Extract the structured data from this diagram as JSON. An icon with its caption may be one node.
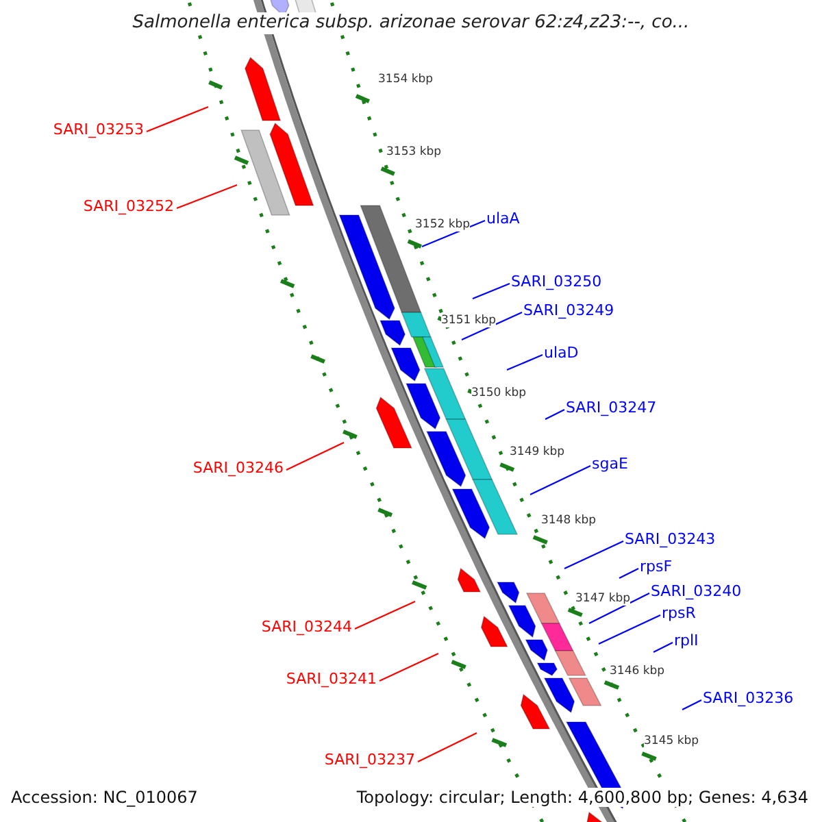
{
  "diagram": {
    "title": "Salmonella enterica subsp. arizonae serovar 62:z4,z23:--, co...",
    "nodes": [
      {
        "text": [
          "SARI_03253"
        ]
      },
      {
        "text": [
          "SARI_03252"
        ]
      },
      {
        "text": [
          "ulaA"
        ]
      },
      {
        "text": [
          "SARI_03250"
        ]
      },
      {
        "text": [
          "SARI_03249"
        ]
      },
      {
        "text": [
          "ulaD"
        ]
      },
      {
        "text": [
          "SARI_03247"
        ]
      },
      {
        "text": [
          "SARI_03246"
        ]
      },
      {
        "text": [
          "sgaE"
        ]
      },
      {
        "text": [
          "SARI_03243"
        ]
      },
      {
        "text": [
          "rpsF"
        ]
      },
      {
        "text": [
          "SARI_03240"
        ]
      },
      {
        "text": [
          "SARI_03244"
        ]
      },
      {
        "text": [
          "rpsR"
        ]
      },
      {
        "text": [
          "rplI"
        ]
      },
      {
        "text": [
          "SARI_03241"
        ]
      },
      {
        "text": [
          "SARI_03236"
        ]
      },
      {
        "text": [
          "SARI_03237"
        ]
      }
    ],
    "edges": [
      {
        "from": 0,
        "to": null,
        "arrow": "none",
        "color": "#ff0000"
      },
      {
        "from": 1,
        "to": null,
        "arrow": "none",
        "color": "#ff0000"
      },
      {
        "from": 2,
        "to": null,
        "arrow": "none"
      },
      {
        "from": 3,
        "to": null,
        "arrow": "none"
      },
      {
        "from": 4,
        "to": null,
        "arrow": "none"
      },
      {
        "from": 5,
        "to": null,
        "arrow": "none"
      },
      {
        "from": 6,
        "to": null,
        "arrow": "none"
      },
      {
        "from": 7,
        "to": null,
        "arrow": "none",
        "color": "#ff0000"
      },
      {
        "from": 8,
        "to": null,
        "arrow": "none"
      },
      {
        "from": 9,
        "to": null,
        "arrow": "none"
      },
      {
        "from": 10,
        "to": null,
        "arrow": "none"
      },
      {
        "from": 11,
        "to": null,
        "arrow": "none"
      },
      {
        "from": 12,
        "to": null,
        "arrow": "none",
        "color": "#ff0000"
      },
      {
        "from": 13,
        "to": null,
        "arrow": "none"
      },
      {
        "from": 14,
        "to": null,
        "arrow": "none"
      },
      {
        "from": 15,
        "to": null,
        "arrow": "none",
        "color": "#ff0000"
      },
      {
        "from": 16,
        "to": null,
        "arrow": "none"
      },
      {
        "from": 17,
        "to": null,
        "arrow": "none",
        "color": "#ff0000"
      }
    ],
    "labels": [
      "3154 kbp",
      "3153 kbp",
      "3152 kbp",
      "3151 kbp",
      "3150 kbp",
      "3149 kbp",
      "3148 kbp",
      "3147 kbp",
      "3146 kbp",
      "3145 kbp",
      "Accession: NC_010067",
      "Topology: circular; Length: 4,600,800 bp; Genes: 4,634"
    ]
  }
}
